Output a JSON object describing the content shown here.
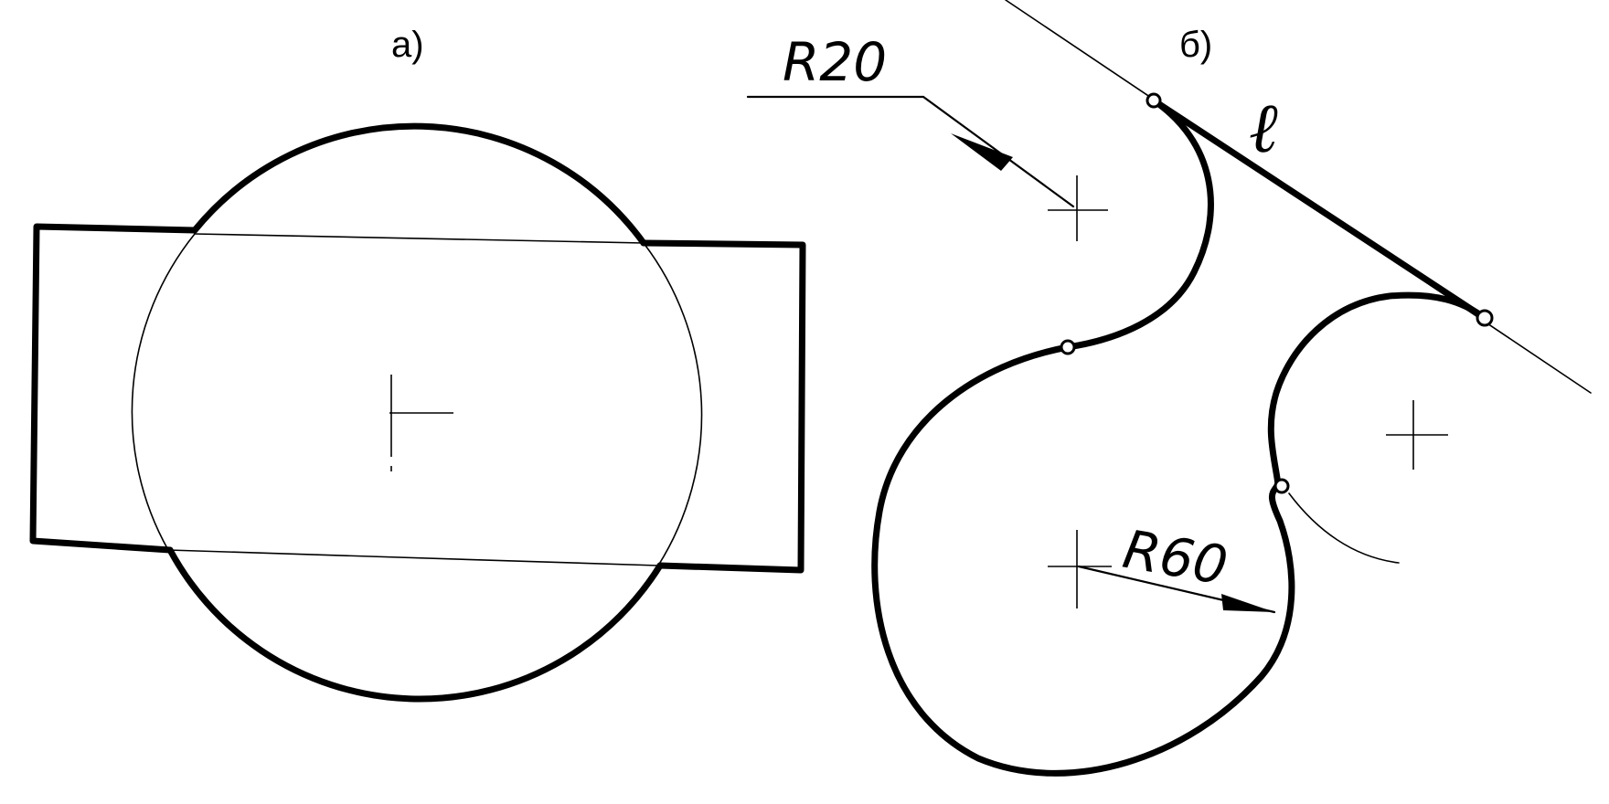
{
  "panel_a": {
    "label": "а)"
  },
  "panel_b": {
    "label": "б)",
    "dimension_small": "R20",
    "dimension_large": "R60",
    "line_label": "ℓ"
  }
}
